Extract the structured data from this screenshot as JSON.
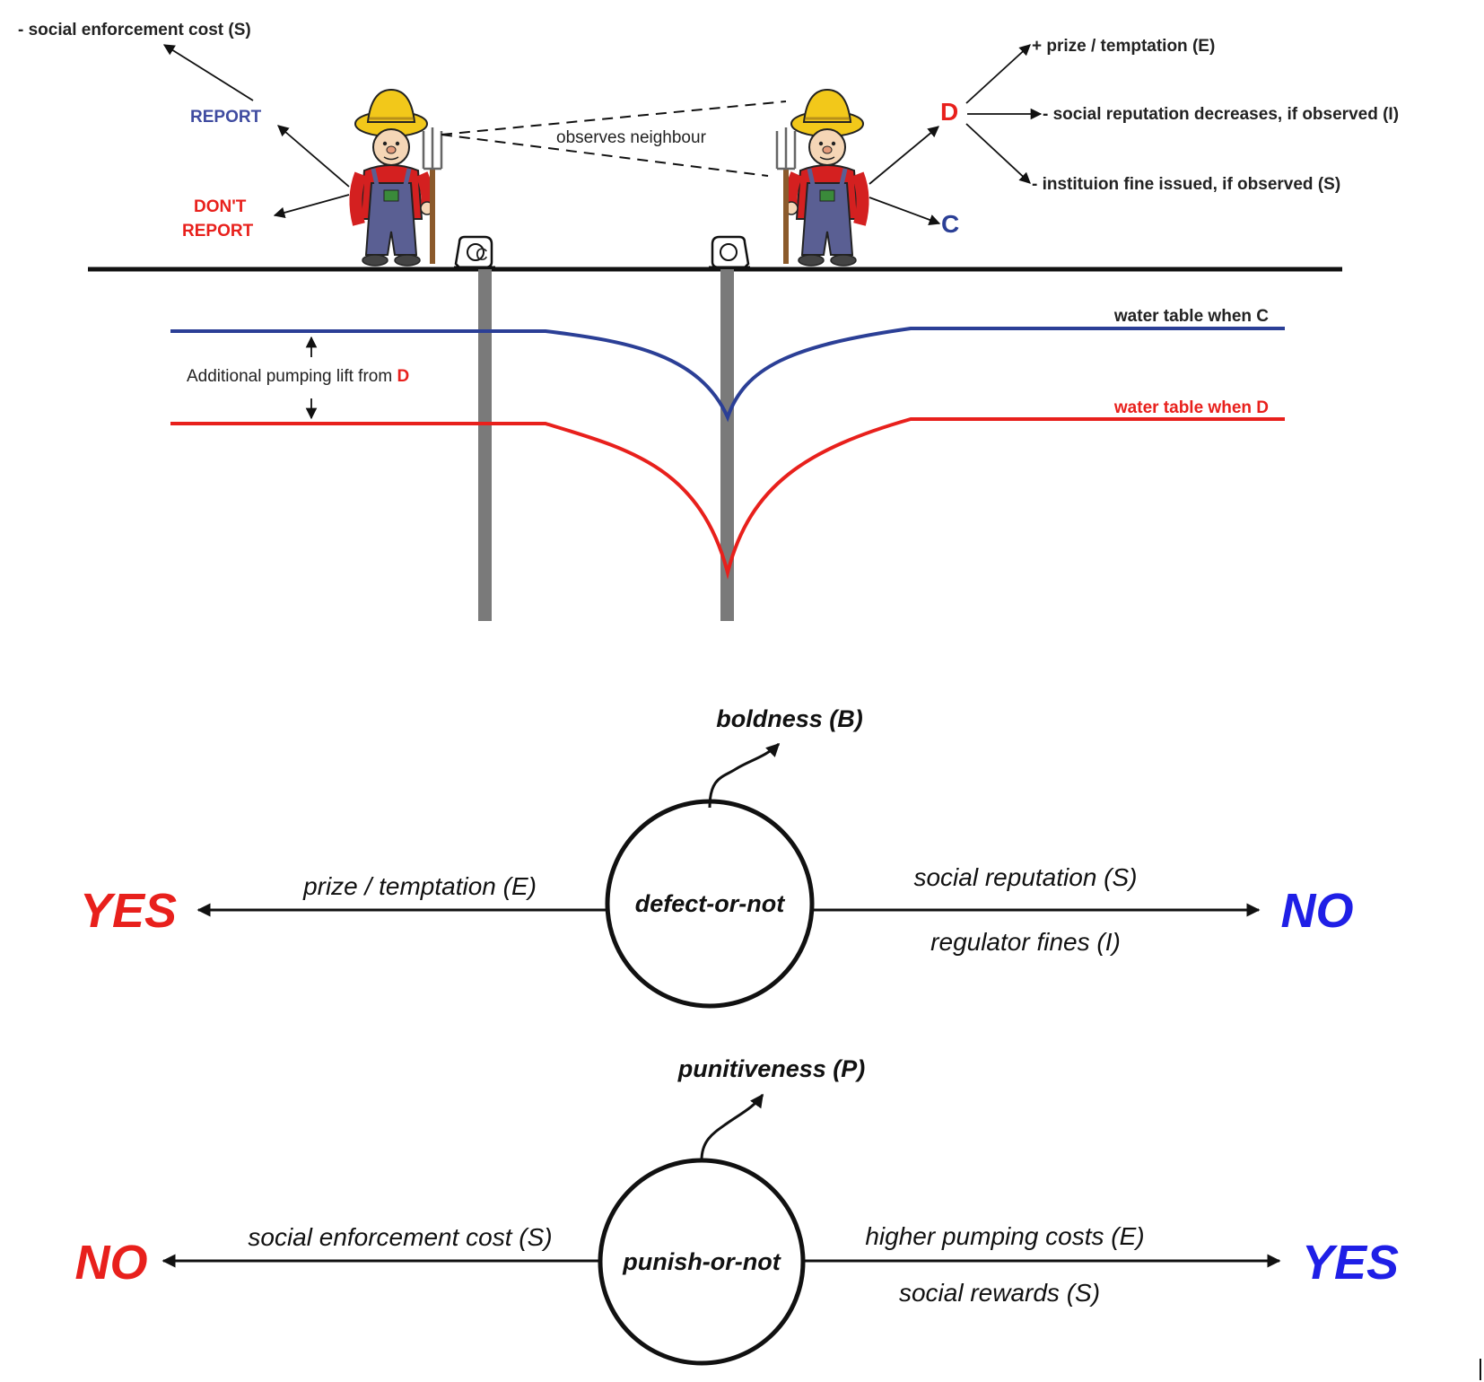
{
  "colors": {
    "red": "#e8201c",
    "blue": "#2b3f96",
    "bright_blue": "#1f1fe6",
    "pipe": "#7a7a7a",
    "ground": "#111111",
    "farmer_hat": "#f2c81a",
    "farmer_shirt": "#d42020",
    "farmer_overalls": "#5a5f93"
  },
  "top": {
    "social_enforcement_cost": "- social enforcement cost (S)",
    "report": "REPORT",
    "dont_report_1": "DON'T",
    "dont_report_2": "REPORT",
    "observes_neighbour": "observes neighbour",
    "d_label": "D",
    "c_label": "C",
    "prize_temptation": "+ prize / temptation (E)",
    "social_reputation_decreases": "- social reputation decreases, if observed  (I)",
    "institution_fine": "- instituion fine issued, if observed  (S)",
    "pump_letter": "C",
    "water_table_c": "water table when C",
    "water_table_d": "water table when D",
    "additional_lift_prefix": "Additional pumping lift from ",
    "additional_lift_d": "D"
  },
  "defect": {
    "node": "defect-or-not",
    "trait": "boldness (B)",
    "left_outcome": "YES",
    "left_label": "prize / temptation (E)",
    "right_label_1": "social reputation (S)",
    "right_label_2": "regulator fines (I)",
    "right_outcome": "NO"
  },
  "punish": {
    "node": "punish-or-not",
    "trait": "punitiveness (P)",
    "left_outcome": "NO",
    "left_label": "social enforcement cost  (S)",
    "right_label_1": "higher pumping costs (E)",
    "right_label_2": "social rewards  (S)",
    "right_outcome": "YES"
  }
}
